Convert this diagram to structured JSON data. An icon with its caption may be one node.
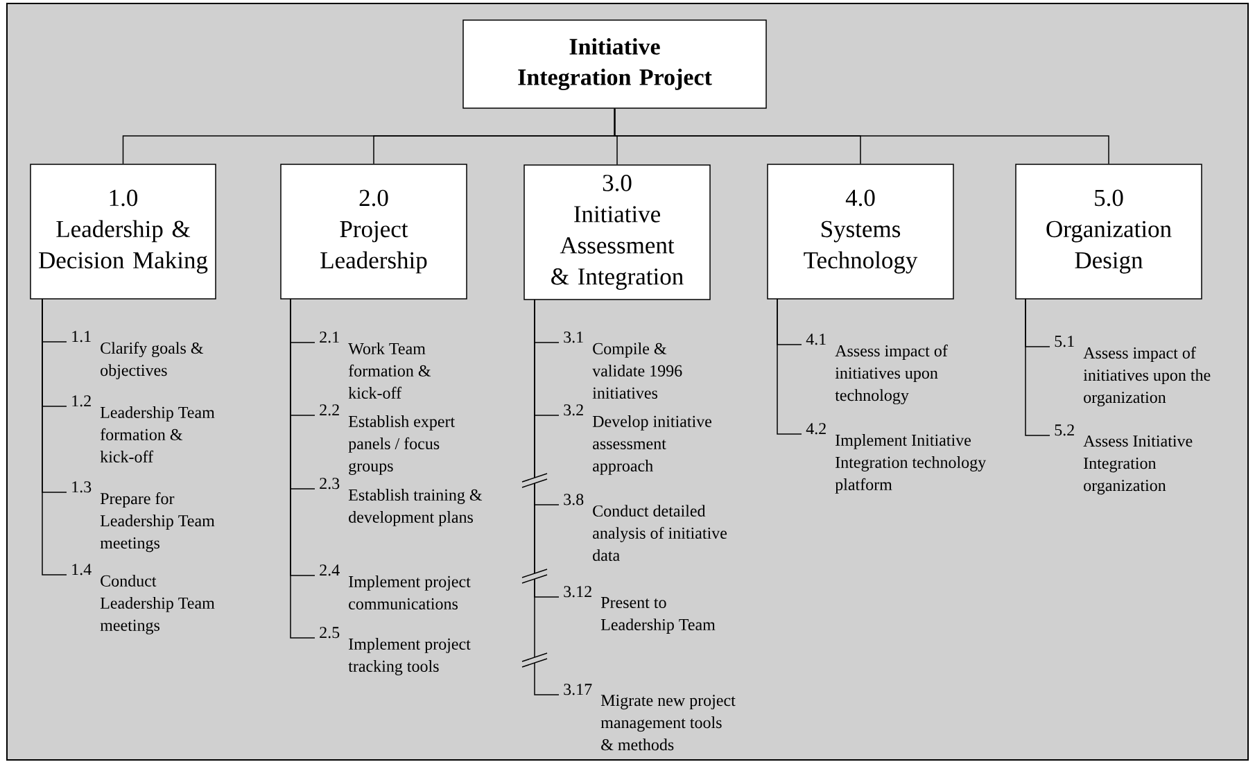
{
  "diagram": {
    "nodes": [
      {
        "text": [
          "Initiative Integration Project"
        ]
      },
      {
        "text": [
          "1.0",
          "Leadership & Decision Making"
        ]
      },
      {
        "text": [
          "2.0",
          "Project Leadership"
        ]
      },
      {
        "text": [
          "3.0",
          "Initiative Assessment & Integration"
        ]
      },
      {
        "text": [
          "4.0",
          "Systems Technology"
        ]
      },
      {
        "text": [
          "5.0",
          "Organization Design"
        ]
      },
      {
        "text": [
          "1.1",
          "Clarify goals & objectives"
        ]
      },
      {
        "text": [
          "1.2",
          "Leadership Team formation & kick-off"
        ]
      },
      {
        "text": [
          "1.3",
          "Prepare for Leadership Team meetings"
        ]
      },
      {
        "text": [
          "1.4",
          "Conduct Leadership Team meetings"
        ]
      },
      {
        "text": [
          "2.1",
          "Work Team formation & kick-off"
        ]
      },
      {
        "text": [
          "2.2",
          "Establish expert panels / focus groups"
        ]
      },
      {
        "text": [
          "2.3",
          "Establish training & development plans"
        ]
      },
      {
        "text": [
          "2.4",
          "Implement project communications"
        ]
      },
      {
        "text": [
          "2.5",
          "Implement project tracking tools"
        ]
      },
      {
        "text": [
          "3.1",
          "Compile & validate 1996 initiatives"
        ]
      },
      {
        "text": [
          "3.2",
          "Develop initiative assessment approach"
        ]
      },
      {
        "text": [
          "3.8",
          "Conduct detailed analysis of initiative data"
        ]
      },
      {
        "text": [
          "3.12",
          "Present to Leadership Team"
        ]
      },
      {
        "text": [
          "3.17",
          "Migrate new project management tools & methods"
        ]
      },
      {
        "text": [
          "4.1",
          "Assess impact of initiatives upon technology"
        ]
      },
      {
        "text": [
          "4.2",
          "Implement Initiative Integration technology platform"
        ]
      },
      {
        "text": [
          "5.1",
          "Assess impact of initiatives upon the organization"
        ]
      },
      {
        "text": [
          "5.2",
          "Assess Initiative Integration organization"
        ]
      }
    ],
    "edges": [
      {
        "from": 0,
        "to": 1,
        "arrow": "none"
      },
      {
        "from": 0,
        "to": 2,
        "arrow": "none"
      },
      {
        "from": 0,
        "to": 3,
        "arrow": "none"
      },
      {
        "from": 0,
        "to": 4,
        "arrow": "none"
      },
      {
        "from": 0,
        "to": 5,
        "arrow": "none"
      },
      {
        "from": 1,
        "to": 6,
        "arrow": "none"
      },
      {
        "from": 1,
        "to": 7,
        "arrow": "none"
      },
      {
        "from": 1,
        "to": 8,
        "arrow": "none"
      },
      {
        "from": 1,
        "to": 9,
        "arrow": "none"
      },
      {
        "from": 2,
        "to": 10,
        "arrow": "none"
      },
      {
        "from": 2,
        "to": 11,
        "arrow": "none"
      },
      {
        "from": 2,
        "to": 12,
        "arrow": "none"
      },
      {
        "from": 2,
        "to": 13,
        "arrow": "none"
      },
      {
        "from": 2,
        "to": 14,
        "arrow": "none"
      },
      {
        "from": 3,
        "to": 15,
        "arrow": "none"
      },
      {
        "from": 3,
        "to": 16,
        "arrow": "none"
      },
      {
        "from": 3,
        "to": 17,
        "arrow": "none"
      },
      {
        "from": 3,
        "to": 18,
        "arrow": "none"
      },
      {
        "from": 3,
        "to": 19,
        "arrow": "none"
      },
      {
        "from": 4,
        "to": 20,
        "arrow": "none"
      },
      {
        "from": 4,
        "to": 21,
        "arrow": "none"
      },
      {
        "from": 5,
        "to": 22,
        "arrow": "none"
      },
      {
        "from": 5,
        "to": 23,
        "arrow": "none"
      }
    ]
  }
}
